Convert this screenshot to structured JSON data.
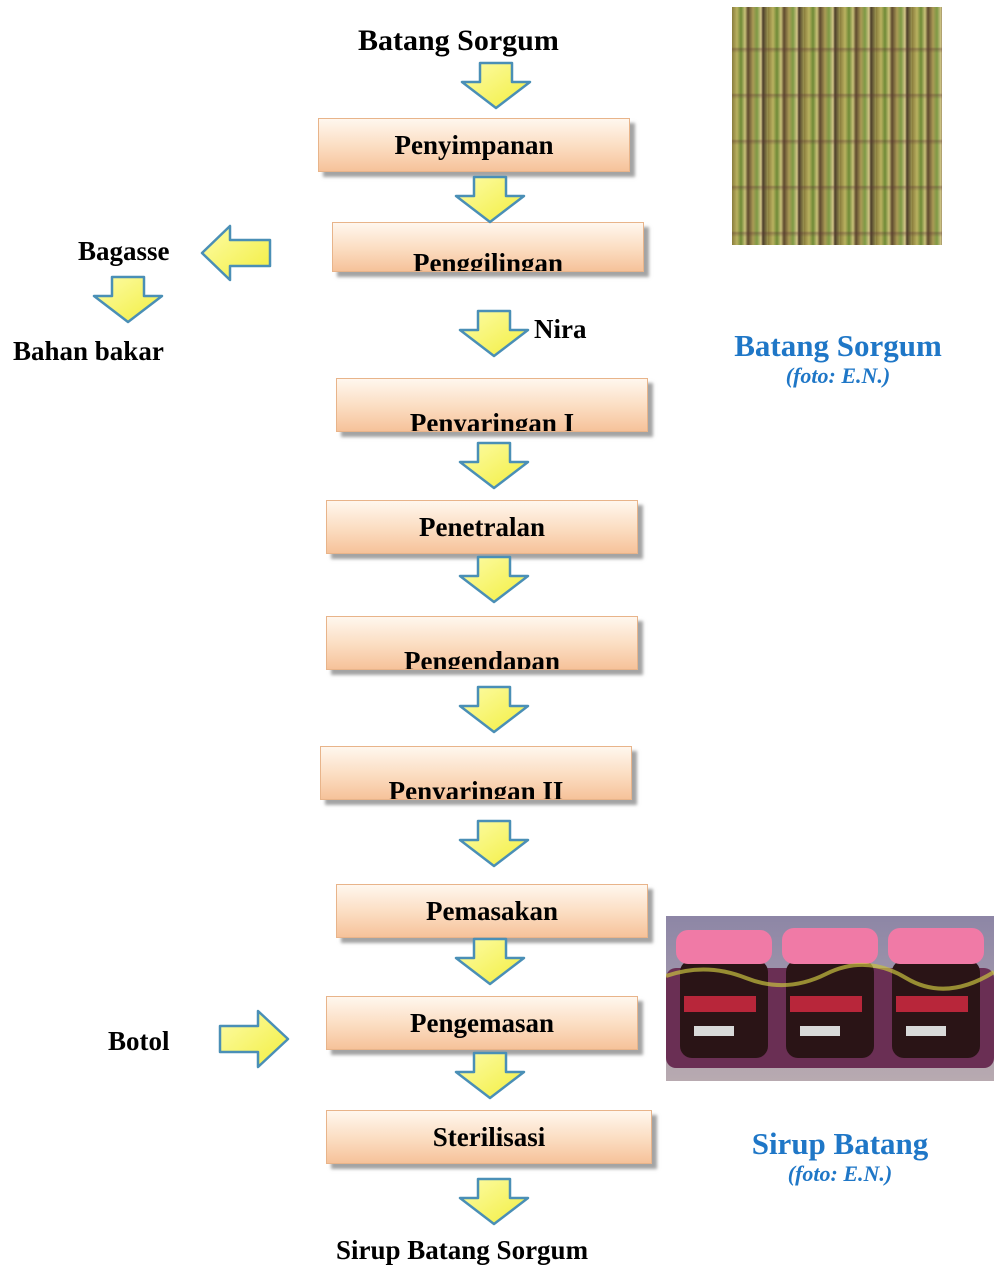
{
  "title": "Batang Sorgum",
  "steps": [
    "Penyimpanan",
    "Penggilingan",
    "Penyaringan I",
    "Penetralan",
    "Pengendapan",
    "Penyaringan II",
    "Pemasakan",
    "Pengemasan",
    "Sterilisasi"
  ],
  "side": {
    "bagasse": "Bagasse",
    "bahan_bakar": "Bahan bakar",
    "nira": "Nira",
    "botol": "Botol"
  },
  "final_product": "Sirup Batang Sorgum",
  "photos": {
    "sorghum": {
      "caption": "Batang Sorgum",
      "credit": "(foto: E.N.)"
    },
    "syrup": {
      "caption": "Sirup Batang",
      "credit": "(foto: E.N.)"
    }
  },
  "colors": {
    "arrow_fill": "#f7f56a",
    "arrow_edge": "#4a8fb6",
    "caption": "#1f77c7",
    "box_fill": "#fbdcc0"
  }
}
